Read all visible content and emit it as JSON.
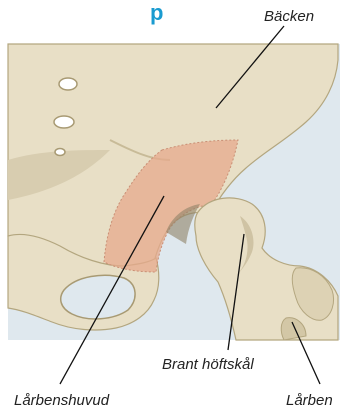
{
  "heading_fragment": "p",
  "labels": {
    "backen": "Bäcken",
    "lårbenshuvud": "Lårbenshuvud",
    "brant_höftskål": "Brant höftskål",
    "lårben": "Lårben"
  },
  "colors": {
    "background_panel": "#dfe8ee",
    "bone": "#e8dfc6",
    "bone_shadow": "#cfc3a4",
    "bone_outline": "#b3a67f",
    "highlight": "#e7a98c",
    "heading": "#1a9bd0"
  }
}
